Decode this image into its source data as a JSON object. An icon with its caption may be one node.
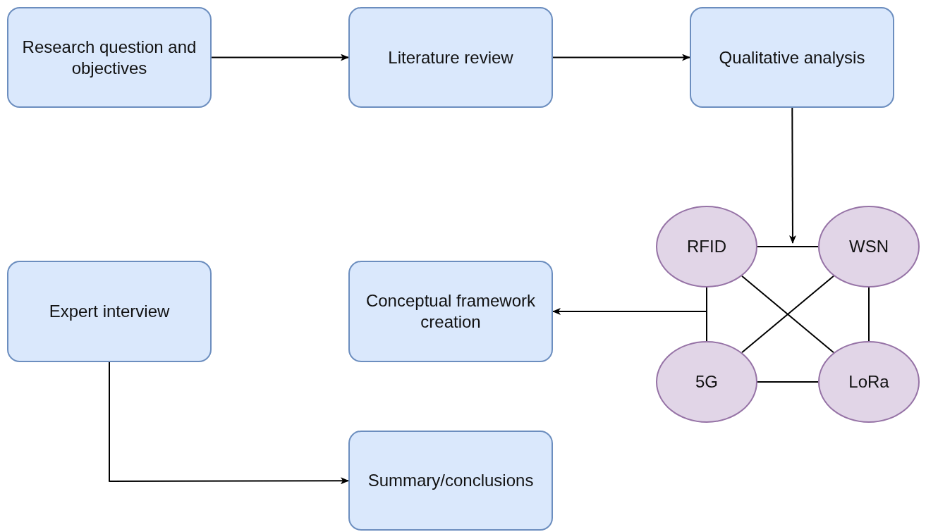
{
  "diagram": {
    "nodes": [
      {
        "text": [
          "Research question and objectives"
        ]
      },
      {
        "text": [
          "Literature review"
        ]
      },
      {
        "text": [
          "Qualitative analysis"
        ]
      },
      {
        "text": [
          "RFID"
        ]
      },
      {
        "text": [
          "WSN"
        ]
      },
      {
        "text": [
          "5G"
        ]
      },
      {
        "text": [
          "LoRa"
        ]
      },
      {
        "text": [
          "Expert interview"
        ]
      },
      {
        "text": [
          "Conceptual framework creation"
        ]
      },
      {
        "text": [
          "Summary/conclusions"
        ]
      }
    ],
    "edges": [
      {
        "from": 0,
        "to": 1,
        "arrow": "to"
      },
      {
        "from": 1,
        "to": 2,
        "arrow": "to"
      },
      {
        "from": 2,
        "to": null,
        "arrow": "to"
      },
      {
        "from": 3,
        "to": 4,
        "arrow": "none"
      },
      {
        "from": 3,
        "to": 6,
        "arrow": "none"
      },
      {
        "from": 4,
        "to": 5,
        "arrow": "none"
      },
      {
        "from": 3,
        "to": 5,
        "arrow": "none"
      },
      {
        "from": 4,
        "to": 6,
        "arrow": "none"
      },
      {
        "from": 5,
        "to": 6,
        "arrow": "none"
      },
      {
        "from": null,
        "to": 8,
        "arrow": "to"
      },
      {
        "from": 7,
        "to": 9,
        "arrow": "to"
      }
    ]
  }
}
